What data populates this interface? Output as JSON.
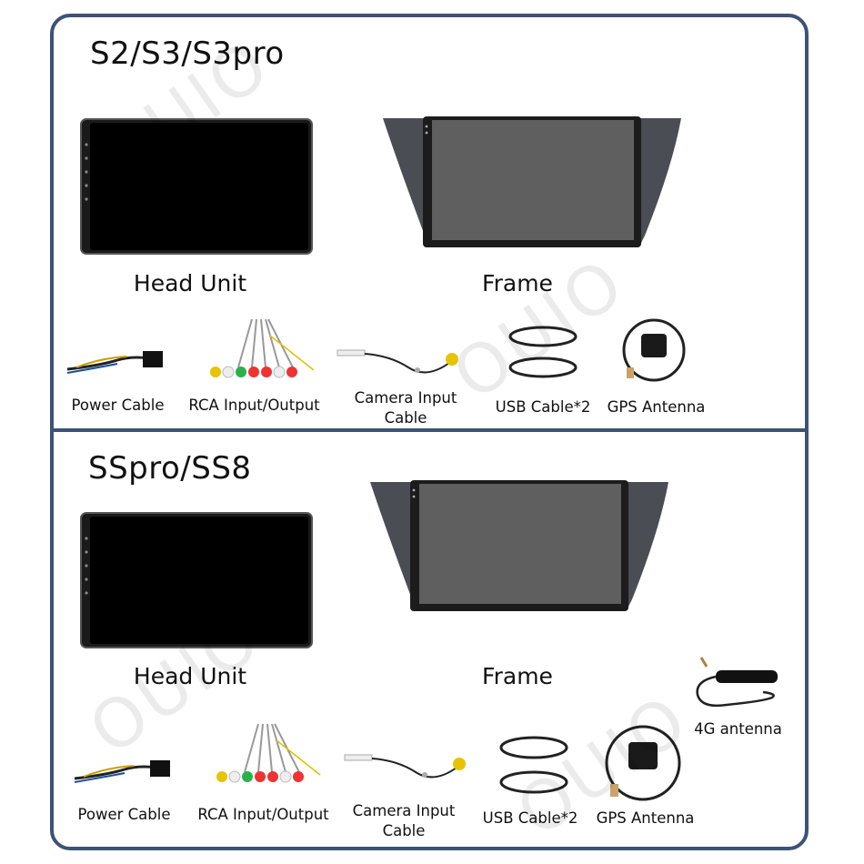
{
  "watermark_text": "OUIO",
  "sections": [
    {
      "title": "S2/S3/S3pro",
      "head_unit_label": "Head Unit",
      "frame_label": "Frame",
      "accessories": [
        "Power Cable",
        "RCA Input/Output",
        "Camera Input Cable",
        "USB Cable*2",
        "GPS Antenna"
      ]
    },
    {
      "title": "SSpro/SS8",
      "head_unit_label": "Head Unit",
      "frame_label": "Frame",
      "accessories": [
        "Power Cable",
        "RCA Input/Output",
        "Camera Input Cable",
        "USB Cable*2",
        "GPS Antenna"
      ],
      "extra_accessory": "4G antenna"
    }
  ],
  "colors": {
    "border": "#3d5275",
    "screen": "#000000",
    "frame_body": "#4a4d54"
  }
}
